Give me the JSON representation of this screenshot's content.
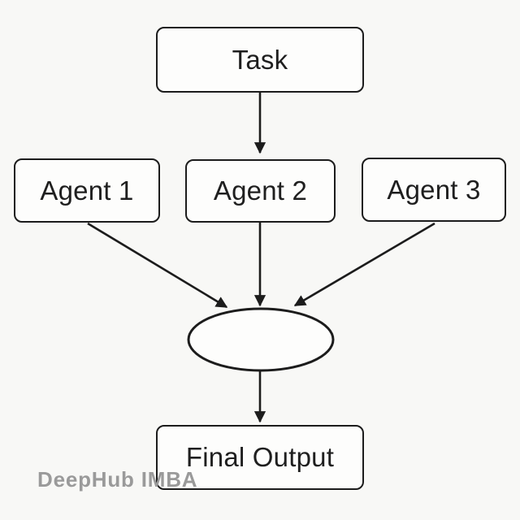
{
  "diagram": {
    "type": "flowchart",
    "nodes": {
      "task": {
        "label": "Task",
        "shape": "rounded-rect"
      },
      "agent1": {
        "label": "Agent 1",
        "shape": "rounded-rect"
      },
      "agent2": {
        "label": "Agent 2",
        "shape": "rounded-rect"
      },
      "agent3": {
        "label": "Agent 3",
        "shape": "rounded-rect"
      },
      "aggregator": {
        "label": "",
        "shape": "ellipse"
      },
      "final_output": {
        "label": "Final Output",
        "shape": "rounded-rect"
      }
    },
    "edges": [
      {
        "from": "task",
        "to": "agent2"
      },
      {
        "from": "agent1",
        "to": "aggregator"
      },
      {
        "from": "agent2",
        "to": "aggregator"
      },
      {
        "from": "agent3",
        "to": "aggregator"
      },
      {
        "from": "aggregator",
        "to": "final_output"
      }
    ]
  },
  "watermark": {
    "text": "DeepHub IMBA",
    "color": "#9a9a9a"
  },
  "colors": {
    "background": "#f8f8f6",
    "node_fill": "#fdfdfc",
    "stroke": "#1c1c1c",
    "text": "#1f1f1f"
  }
}
